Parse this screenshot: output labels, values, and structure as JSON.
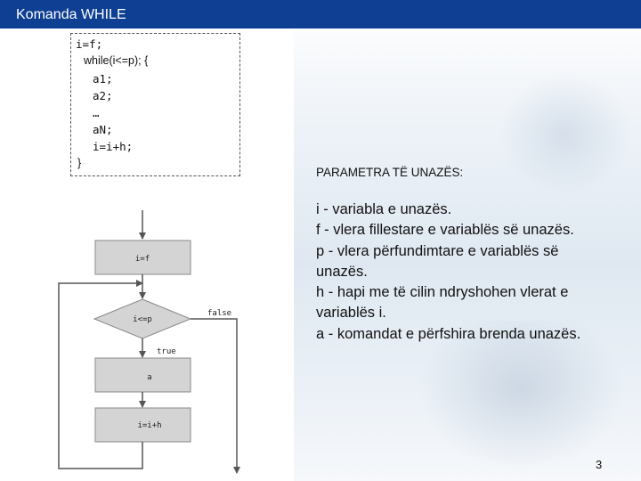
{
  "slide": {
    "title": "Komanda WHILE",
    "page_number": "3"
  },
  "code": {
    "line1": "i=f;",
    "line2": "while(i<=p); {",
    "line3": "a1;",
    "line4": "a2;",
    "line5": "…",
    "line6": "aN;",
    "line7": "i=i+h;",
    "line8": "}"
  },
  "flowchart": {
    "init_label": "i=f",
    "condition_label": "i<=p",
    "false_label": "false",
    "true_label": "true",
    "body_label": "a",
    "increment_label": "i=i+h"
  },
  "params": {
    "heading": "PARAMETRA TË UNAZËS:",
    "line1": "i - variabla e unazës.",
    "line2": "f - vlera fillestare e variablës së unazës.",
    "line3": "p - vlera përfundimtare e variablës së",
    "line4": "unazës.",
    "line5": "h - hapi me të cilin ndryshohen vlerat e",
    "line6": "variablës i.",
    "line7": "a - komandat e përfshira brenda unazës."
  },
  "colors": {
    "title_bar": "#0e3f93",
    "flow_box_fill": "#d4d4d4",
    "flow_stroke": "#555555"
  }
}
